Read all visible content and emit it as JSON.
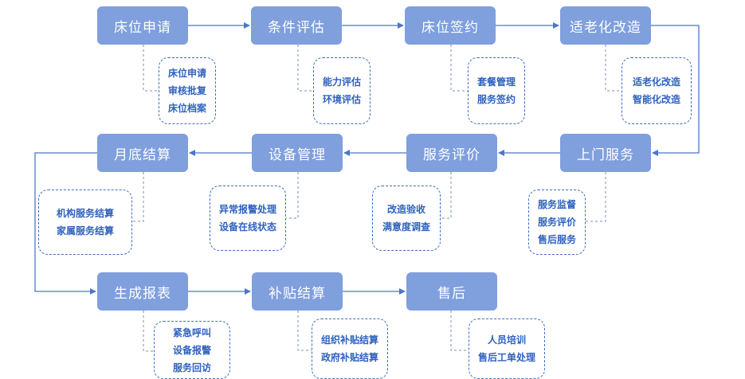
{
  "steps": [
    {
      "id": "s1",
      "label": "床位申请",
      "items": [
        "床位申请",
        "审核批复",
        "床位档案"
      ]
    },
    {
      "id": "s2",
      "label": "条件评估",
      "items": [
        "能力评估",
        "环境评估"
      ]
    },
    {
      "id": "s3",
      "label": "床位签约",
      "items": [
        "套餐管理",
        "服务签约"
      ]
    },
    {
      "id": "s4",
      "label": "适老化改造",
      "items": [
        "适老化改造",
        "智能化改造"
      ]
    },
    {
      "id": "s5",
      "label": "上门服务",
      "items": [
        "服务监督",
        "服务评价",
        "售后服务"
      ]
    },
    {
      "id": "s6",
      "label": "服务评价",
      "items": [
        "改造验收",
        "满意度调查"
      ]
    },
    {
      "id": "s7",
      "label": "设备管理",
      "items": [
        "异常报警处理",
        "设备在线状态"
      ]
    },
    {
      "id": "s8",
      "label": "月底结算",
      "items": [
        "机构服务结算",
        "家属服务结算"
      ]
    },
    {
      "id": "s9",
      "label": "生成报表",
      "items": [
        "紧急呼叫",
        "设备报警",
        "服务回访"
      ]
    },
    {
      "id": "s10",
      "label": "补贴结算",
      "items": [
        "组织补贴结算",
        "政府补贴结算"
      ]
    },
    {
      "id": "s11",
      "label": "售后",
      "items": [
        "人员培训",
        "售后工单处理"
      ]
    }
  ],
  "colors": {
    "step_fill": "#7f9fdd",
    "arrow": "#4a78c9",
    "note_border": "#3d6fc1",
    "note_text": "#2f62bd"
  }
}
